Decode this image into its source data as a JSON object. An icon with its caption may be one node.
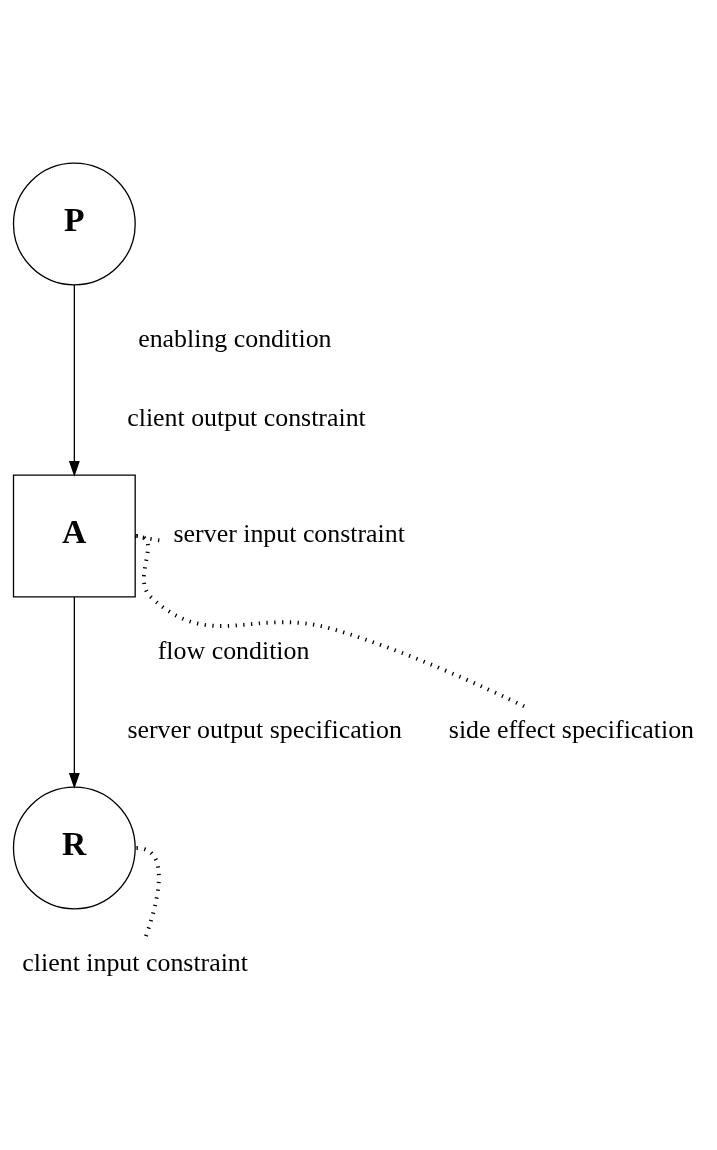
{
  "diagram": {
    "nodes": [
      {
        "text": [
          "P"
        ]
      },
      {
        "text": [
          "A"
        ]
      },
      {
        "text": [
          "R"
        ]
      },
      {
        "text": [
          "server input constraint"
        ]
      },
      {
        "text": [
          "side effect specification"
        ]
      },
      {
        "text": [
          "client input constraint"
        ]
      }
    ],
    "edges": [
      {
        "from": 0,
        "to": 1,
        "arrow": "to"
      },
      {
        "from": 1,
        "to": 2,
        "arrow": "to"
      },
      {
        "from": 3,
        "to": 1,
        "arrow": "none",
        "style": "dashed"
      },
      {
        "from": 4,
        "to": 1,
        "arrow": "none",
        "style": "dashed"
      },
      {
        "from": 5,
        "to": 2,
        "arrow": "none",
        "style": "dashed"
      }
    ],
    "labels": [
      "enabling condition",
      "client output constraint",
      "flow condition",
      "server output specification"
    ]
  }
}
